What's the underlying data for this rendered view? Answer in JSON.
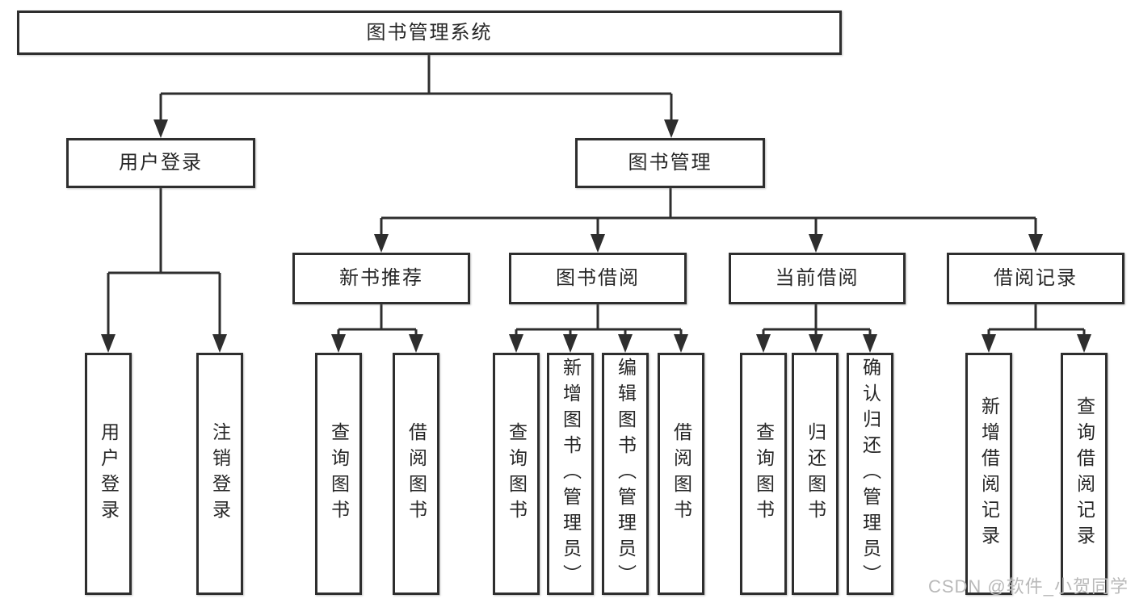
{
  "diagram": {
    "title": "图书管理系统",
    "branches": [
      {
        "label": "用户登录",
        "children": [
          "用户登录",
          "注销登录"
        ]
      },
      {
        "label": "图书管理",
        "sections": [
          {
            "label": "新书推荐",
            "children": [
              "查询图书",
              "借阅图书"
            ]
          },
          {
            "label": "图书借阅",
            "children": [
              "查询图书",
              "新增图书（管理员）",
              "编辑图书（管理员）",
              "借阅图书"
            ]
          },
          {
            "label": "当前借阅",
            "children": [
              "查询图书",
              "归还图书",
              "确认归还（管理员）"
            ]
          },
          {
            "label": "借阅记录",
            "children": [
              "新增借阅记录",
              "查询借阅记录"
            ]
          }
        ]
      }
    ]
  },
  "watermark": {
    "text": "CSDN @软件_小贺同学"
  },
  "colors": {
    "line": "#2e2e2e",
    "box_border": "#2e2e2e",
    "box_background": "#ffffff",
    "label_text": "#262626",
    "watermark_text": "#b9b9b9"
  }
}
